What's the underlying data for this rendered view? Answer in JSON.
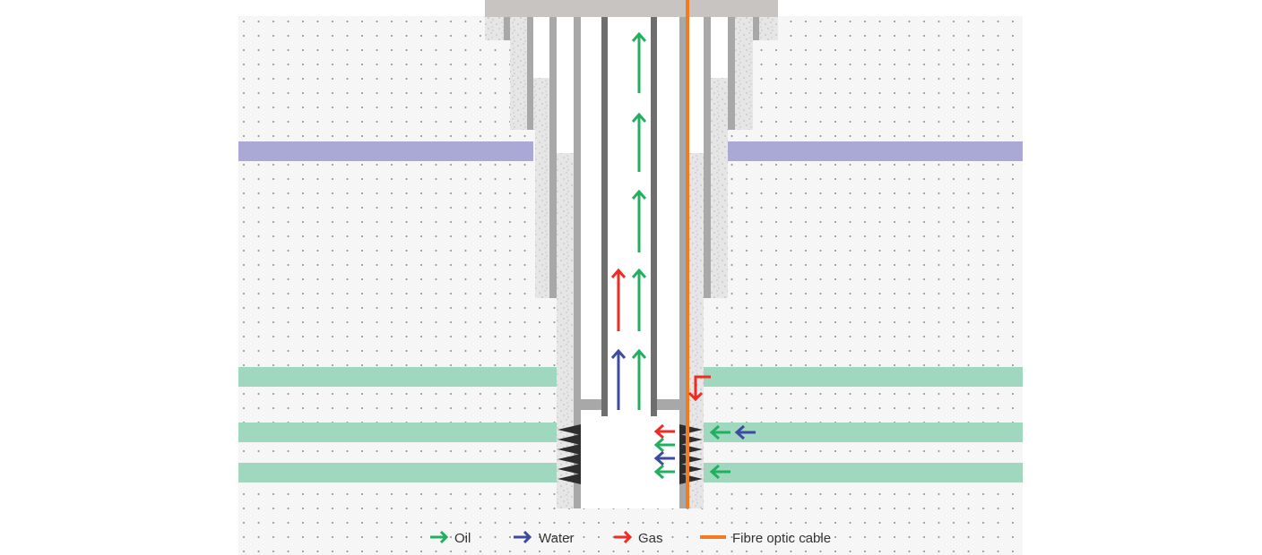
{
  "diagram": {
    "type": "well cross-section with fibre optic monitoring",
    "colors": {
      "oil": "#22b060",
      "water": "#3c4aa0",
      "gas": "#ee2b24",
      "fibre": "#f37a20",
      "aquifer_layer": "#aaa8d4",
      "reservoir_layer": "#a0d8bf"
    }
  },
  "legend": [
    {
      "label": "Oil",
      "icon": "green-arrow-icon"
    },
    {
      "label": "Water",
      "icon": "blue-arrow-icon"
    },
    {
      "label": "Gas",
      "icon": "red-arrow-icon"
    },
    {
      "label": "Fibre optic cable",
      "icon": "orange-line-icon"
    }
  ]
}
